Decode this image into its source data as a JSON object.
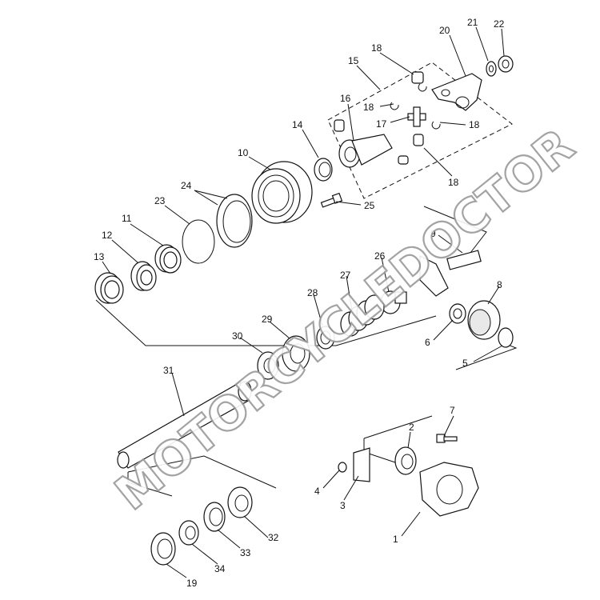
{
  "callouts": {
    "c1": "1",
    "c2": "2",
    "c3": "3",
    "c4": "4",
    "c5": "5",
    "c6": "6",
    "c7": "7",
    "c8": "8",
    "c9": "9",
    "c10": "10",
    "c11": "11",
    "c12": "12",
    "c13": "13",
    "c14": "14",
    "c15": "15",
    "c16": "16",
    "c17": "17",
    "c18a": "18",
    "c18b": "18",
    "c18c": "18",
    "c18d": "18",
    "c19": "19",
    "c20": "20",
    "c21": "21",
    "c22": "22",
    "c23": "23",
    "c24": "24",
    "c25": "25",
    "c26": "26",
    "c27": "27",
    "c28": "28",
    "c29": "29",
    "c30": "30",
    "c31": "31",
    "c32": "32",
    "c33": "33",
    "c34": "34"
  },
  "watermark": {
    "text": "MOTORCYCLEDOCTOR"
  }
}
